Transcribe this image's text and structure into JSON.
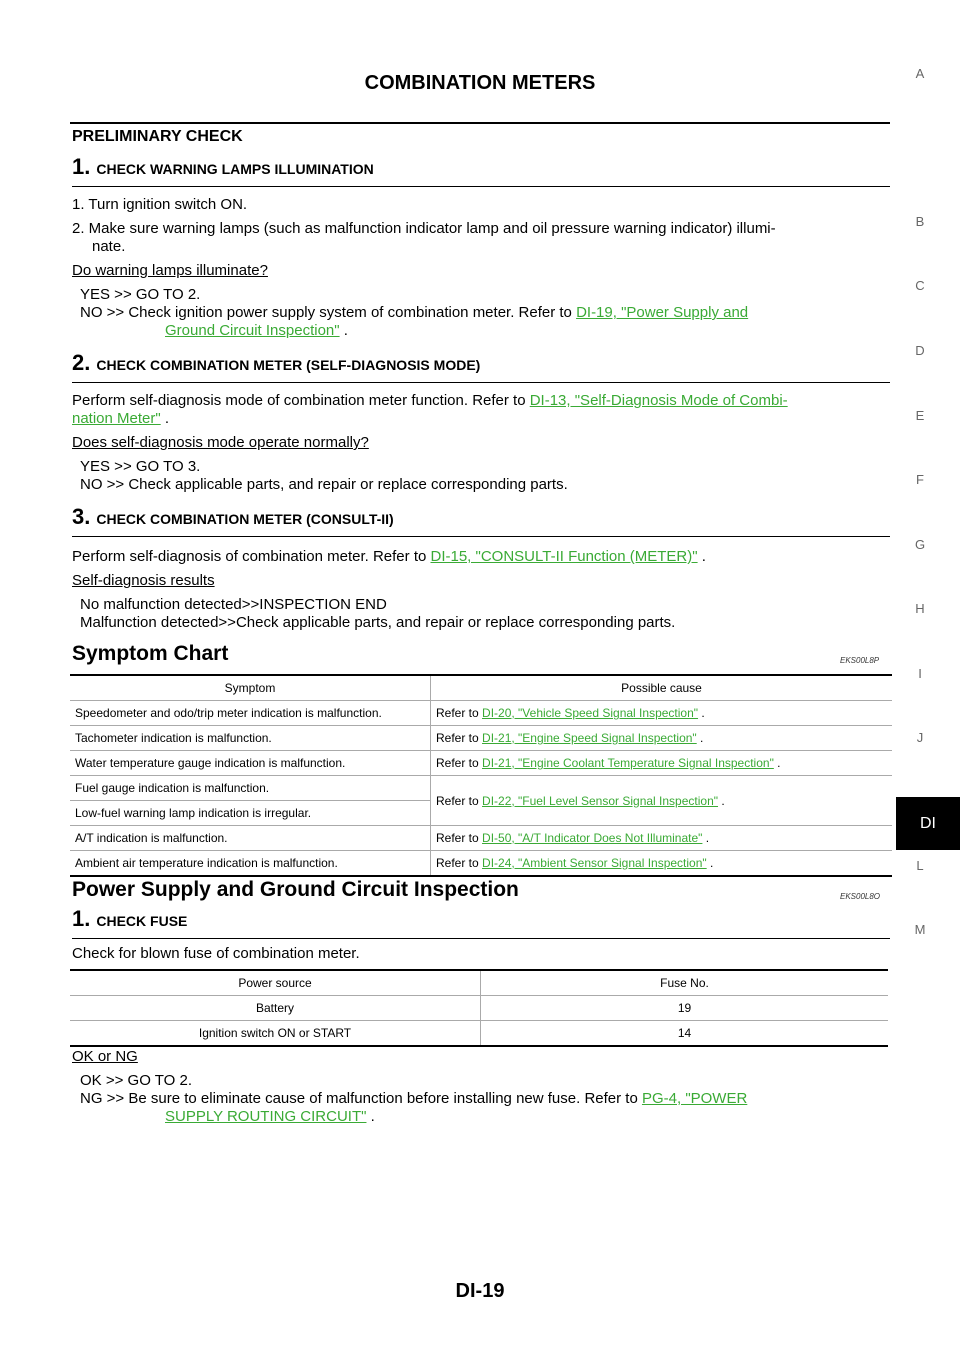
{
  "page_title": "COMBINATION METERS",
  "side_index": [
    "A",
    "B",
    "C",
    "D",
    "E",
    "F",
    "G",
    "H",
    "I",
    "J",
    "DI",
    "L",
    "M"
  ],
  "prelim": {
    "heading": "PRELIMINARY CHECK",
    "step1": {
      "num": "1.",
      "title": "CHECK WARNING LAMPS ILLUMINATION",
      "item1": "1. Turn ignition switch ON.",
      "item2a": "2. Make sure warning lamps (such as malfunction indicator lamp and oil pressure warning indicator) illumi-",
      "item2b": "nate.",
      "question": "Do warning lamps illuminate?",
      "yes": "YES   >> GO TO 2.",
      "no_pre": "NO    >> Check ignition power supply system of combination meter. Refer to ",
      "no_link1": "DI-19, \"Power Supply and",
      "no_link2": "Ground Circuit Inspection\"",
      "no_post": " ."
    },
    "step2": {
      "num": "2.",
      "title": "CHECK COMBINATION METER (SELF-DIAGNOSIS MODE)",
      "text_pre": "Perform self-diagnosis mode of combination meter function. Refer to ",
      "link1": "DI-13, \"Self-Diagnosis Mode of Combi-",
      "link2": "nation Meter\"",
      "text_post": " .",
      "question": "Does self-diagnosis mode operate normally?",
      "yes": "YES   >> GO TO 3.",
      "no": "NO    >> Check applicable parts, and repair or replace corresponding parts."
    },
    "step3": {
      "num": "3.",
      "title": "CHECK COMBINATION METER (CONSULT-II)",
      "text_pre": "Perform self-diagnosis of combination meter. Refer to ",
      "link": "DI-15, \"CONSULT-II Function (METER)\"",
      "text_post": " .",
      "results": "Self-diagnosis results",
      "r1": "No malfunction detected>>INSPECTION END",
      "r2": "Malfunction detected>>Check applicable parts, and repair or replace corresponding parts."
    }
  },
  "symptom_chart": {
    "title": "Symptom Chart",
    "code": "EKS00L8P",
    "headers": [
      "Symptom",
      "Possible cause"
    ],
    "rows": [
      {
        "symptom": "Speedometer and odo/trip meter indication is malfunction.",
        "link": "DI-20, \"Vehicle Speed Signal Inspection\""
      },
      {
        "symptom": "Tachometer indication is malfunction.",
        "link": "DI-21, \"Engine Speed Signal Inspection\""
      },
      {
        "symptom": "Water temperature gauge indication is malfunction.",
        "link": "DI-21, \"Engine Coolant Temperature Signal Inspection\""
      },
      {
        "symptom": "Fuel gauge indication is malfunction.",
        "link": "DI-22, \"Fuel Level Sensor Signal Inspection\""
      },
      {
        "symptom": "Low-fuel warning lamp indication is irregular.",
        "link": ""
      },
      {
        "symptom": "A/T indication is malfunction.",
        "link": "DI-50, \"A/T Indicator Does Not Illuminate\""
      },
      {
        "symptom": "Ambient air temperature indication is malfunction.",
        "link": "DI-24, \"Ambient Sensor Signal Inspection\""
      }
    ],
    "refer": "Refer to ",
    "dot": " ."
  },
  "power_supply": {
    "title": "Power Supply and Ground Circuit Inspection",
    "code": "EKS00L8O",
    "step1": {
      "num": "1.",
      "title": "CHECK FUSE",
      "text": "Check for blown fuse of combination meter.",
      "headers": [
        "Power source",
        "Fuse No."
      ],
      "rows": [
        {
          "source": "Battery",
          "fuse": "19"
        },
        {
          "source": "Ignition switch ON or START",
          "fuse": "14"
        }
      ],
      "question": "OK or NG",
      "ok": "OK    >> GO TO 2.",
      "ng_pre": "NG    >> Be sure to eliminate cause of malfunction before installing new fuse. Refer to ",
      "ng_link1": "PG-4, \"POWER",
      "ng_link2": "SUPPLY ROUTING CIRCUIT\"",
      "ng_post": " ."
    }
  },
  "footer": "DI-19"
}
